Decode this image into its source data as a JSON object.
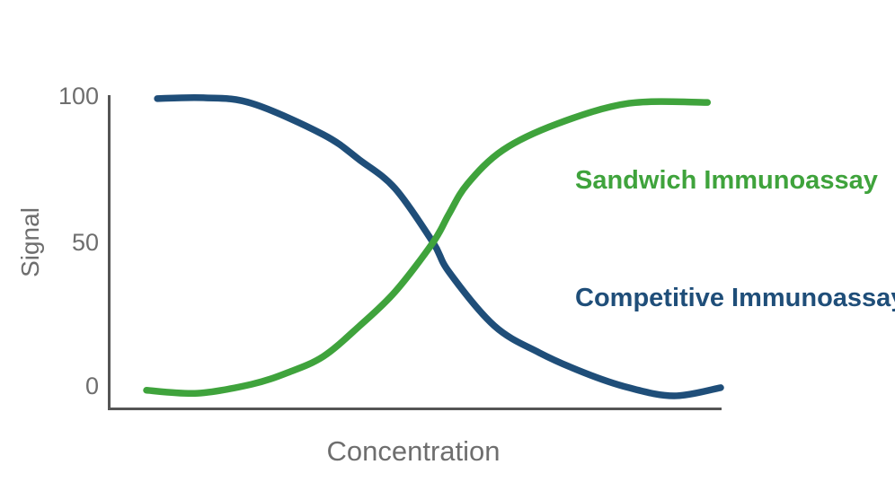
{
  "page": {
    "background": "#ffffff"
  },
  "chart_data": {
    "type": "line",
    "title": "",
    "xlabel": "Concentration",
    "ylabel": "Signal",
    "yticks": [
      "100",
      "50",
      "0"
    ],
    "ytick_values": [
      100,
      50,
      0
    ],
    "ylim": [
      -5,
      105
    ],
    "xlim": [
      0,
      100
    ],
    "grid": false,
    "x_tick_labels": [],
    "legend_position": "inline-right",
    "axis_color": "#555555",
    "label_color": "#6e6e6e",
    "crossing_point": {
      "x": 50,
      "signal": 50
    },
    "series": [
      {
        "name": "Sandwich Immunoassay",
        "color": "#3fa33c",
        "shape": "increasing-sigmoid",
        "points": [
          [
            0,
            -1.5
          ],
          [
            8.9,
            -2.5
          ],
          [
            18.3,
            0.6
          ],
          [
            24.6,
            4.6
          ],
          [
            30.8,
            10.2
          ],
          [
            37.1,
            20.7
          ],
          [
            43.3,
            32.5
          ],
          [
            49.9,
            49.5
          ],
          [
            52.7,
            59.4
          ],
          [
            55.9,
            69.7
          ],
          [
            62.1,
            81.4
          ],
          [
            71.5,
            90.4
          ],
          [
            84,
            97.5
          ],
          [
            97.7,
            97.8
          ]
        ]
      },
      {
        "name": "Competitive Immunoassay",
        "color": "#1f4e79",
        "shape": "decreasing-sigmoid",
        "points": [
          [
            1.9,
            99.1
          ],
          [
            9.9,
            99.4
          ],
          [
            18.3,
            97.5
          ],
          [
            30.8,
            86.7
          ],
          [
            37.1,
            78
          ],
          [
            43.3,
            68.1
          ],
          [
            49.9,
            49.5
          ],
          [
            52.7,
            39.3
          ],
          [
            60.6,
            20.7
          ],
          [
            68.4,
            11.5
          ],
          [
            76.2,
            4.6
          ],
          [
            84,
            -0.6
          ],
          [
            91.9,
            -3.4
          ],
          [
            100,
            -0.6
          ]
        ]
      }
    ]
  }
}
